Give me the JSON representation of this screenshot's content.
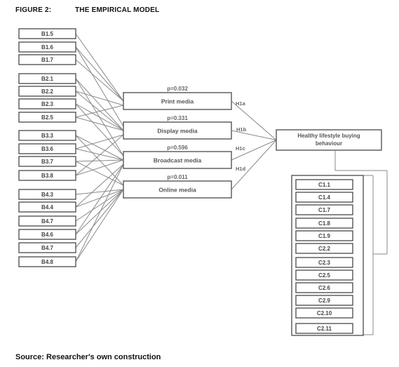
{
  "figure": {
    "label": "FIGURE 2:",
    "title": "THE EMPIRICAL MODEL",
    "source": "Source: Researcher's own construction"
  },
  "left_items": [
    "B1.5",
    "B1.6",
    "B1.7",
    "B2.1",
    "B2.2",
    "B2.3",
    "B2.5",
    "B3.3",
    "B3.6",
    "B3.7",
    "B3.8",
    "B4.3",
    "B4.4",
    "B4.7",
    "B4.6",
    "B4.7",
    "B4.8"
  ],
  "mediators": [
    {
      "label": "Print media",
      "p": "p=0.032",
      "hyp": "H1a"
    },
    {
      "label": "Display media",
      "p": "p=0.331",
      "hyp": "H1b"
    },
    {
      "label": "Broadcast media",
      "p": "p=0.596",
      "hyp": "H1c"
    },
    {
      "label": "Online media",
      "p": "p=0.011",
      "hyp": "H1d"
    }
  ],
  "outcome": {
    "label_line1": "Healthy lifestyle buying",
    "label_line2": "behaviour"
  },
  "right_items": [
    "C1.1",
    "C1.4",
    "C1.7",
    "C1.8",
    "C1.9",
    "C2.2",
    "C2.3",
    "C2.5",
    "C2.6",
    "C2.9",
    "C2.10",
    "C2.11"
  ]
}
